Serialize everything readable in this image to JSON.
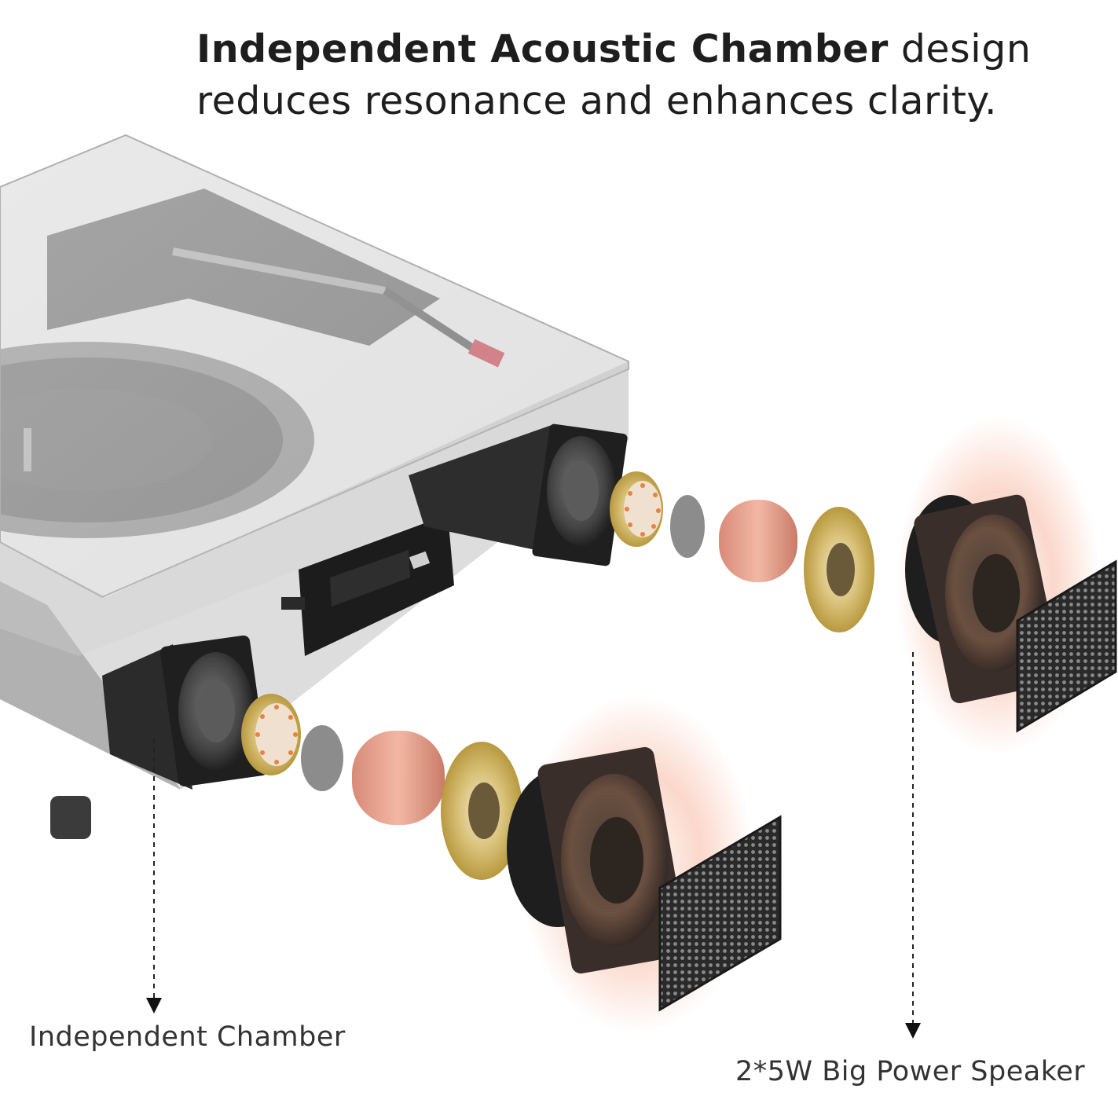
{
  "headline": {
    "bold_part": "Independent Acoustic Chamber",
    "rest_line1": " design",
    "line2": "reduces resonance and enhances clarity."
  },
  "callouts": {
    "chamber_label": "Independent Chamber",
    "speaker_label": "2*5W Big Power Speaker"
  },
  "colors": {
    "text": "#1e1e1e",
    "copper": "#e8a08a",
    "gold": "#d9c27a",
    "glow": "#f7b8a0",
    "speaker_black": "#262626"
  }
}
